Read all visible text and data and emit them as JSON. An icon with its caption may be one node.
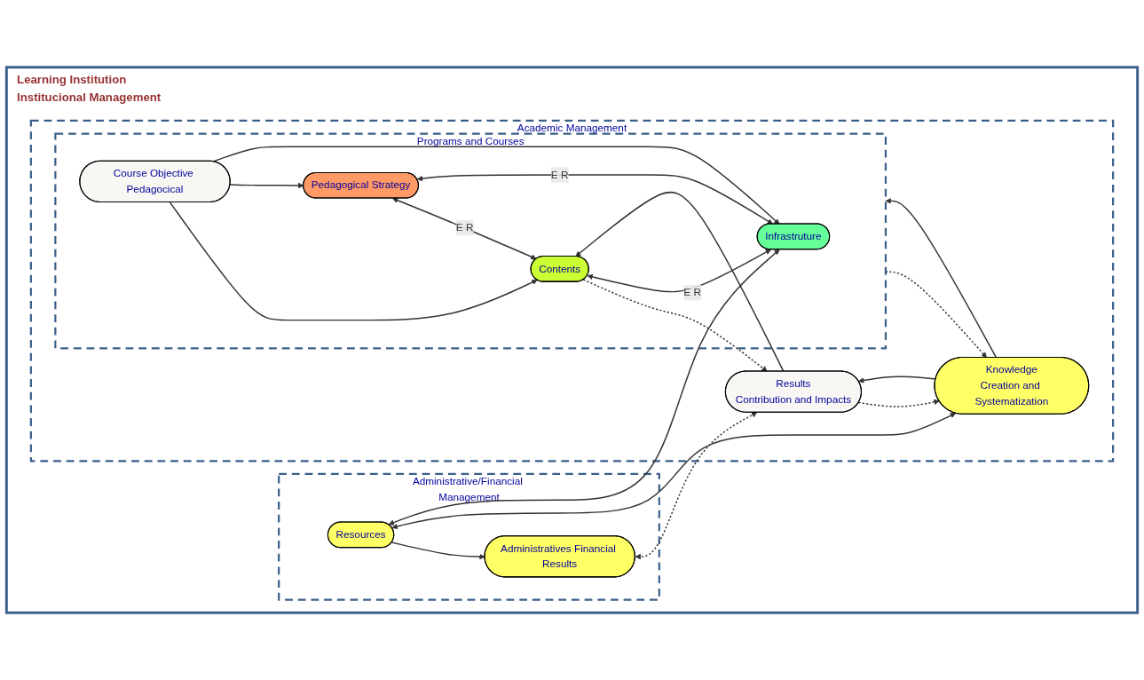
{
  "diagram": {
    "nodes": [
      {
        "text": [
          "Learning Institution",
          "Institucional Management"
        ]
      },
      {
        "text": [
          "Administrative/Financial Management"
        ],
        "in": 0
      },
      {
        "text": [
          "Administratives Financial Results"
        ],
        "in": 1
      },
      {
        "text": [
          "Resources"
        ],
        "in": 1
      },
      {
        "text": [
          "Academic Management"
        ],
        "in": 0
      },
      {
        "text": [
          "Results",
          "Contribution and Impacts"
        ],
        "in": 4
      },
      {
        "text": [
          "Knowledge",
          "Creation and Systematization"
        ],
        "in": 4
      },
      {
        "text": [
          "Programs and Courses"
        ],
        "in": 4
      },
      {
        "text": [
          "Contents"
        ],
        "in": 7
      },
      {
        "text": [
          "Course Objective Pedagocical"
        ],
        "in": 7
      },
      {
        "text": [
          "Pedagogical Strategy"
        ],
        "in": 7
      },
      {
        "text": [
          "Infrastruture"
        ],
        "in": 7
      }
    ],
    "edges": [
      {
        "from": 3,
        "to": 2,
        "arrow": "to"
      },
      {
        "from": 2,
        "to": 5,
        "arrow": "both",
        "style": "dashed"
      },
      {
        "from": 3,
        "to": 6,
        "arrow": "both"
      },
      {
        "from": 6,
        "to": 5,
        "arrow": "to"
      },
      {
        "from": 5,
        "to": 6,
        "arrow": "to",
        "style": "dashed"
      },
      {
        "from": 5,
        "to": 8,
        "arrow": "to"
      },
      {
        "from": 8,
        "to": 5,
        "arrow": "to",
        "style": "dashed"
      },
      {
        "from": 6,
        "to": 7,
        "arrow": "to"
      },
      {
        "from": 7,
        "to": 6,
        "arrow": "to",
        "style": "dashed"
      },
      {
        "from": 10,
        "to": 8,
        "arrow": "both",
        "label": "E R"
      },
      {
        "from": 8,
        "to": 11,
        "arrow": "both",
        "label": "E R"
      },
      {
        "from": 10,
        "to": 11,
        "arrow": "both",
        "label": "E R"
      },
      {
        "from": 9,
        "to": 8,
        "arrow": "to"
      },
      {
        "from": 9,
        "to": 10,
        "arrow": "to"
      },
      {
        "from": 9,
        "to": 11,
        "arrow": "to"
      },
      {
        "from": 3,
        "to": 11,
        "arrow": "both"
      }
    ]
  }
}
